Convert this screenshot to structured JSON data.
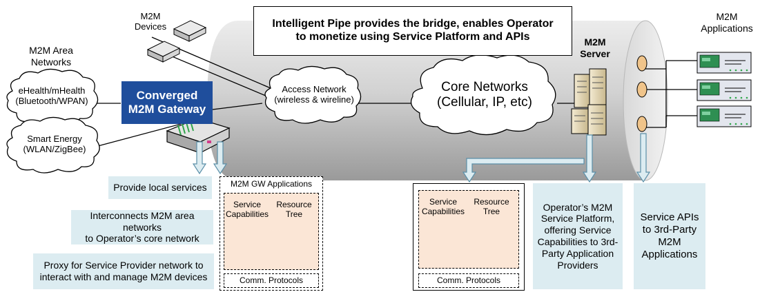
{
  "banner": "Intelligent Pipe provides the bridge, enables Operator\nto monetize using Service Platform and APIs",
  "labels": {
    "m2m_devices": "M2M\nDevices",
    "m2m_area_networks": "M2M Area\nNetworks",
    "m2m_server": "M2M\nServer",
    "m2m_applications": "M2M\nApplications"
  },
  "clouds": {
    "ehealth": "eHealth/mHealth\n(Bluetooth/WPAN)",
    "smart_energy": "Smart Energy\n(WLAN/ZigBee)",
    "access_network": "Access Network\n(wireless & wireline)",
    "core_networks": "Core Networks\n(Cellular, IP, etc)"
  },
  "gateway_title": "Converged\nM2M Gateway",
  "info_boxes": {
    "local_services": "Provide local services",
    "interconnects": "Interconnects M2M area networks\nto Operator’s core network",
    "proxy": "Proxy for Service Provider network to\ninteract with and manage M2M devices",
    "service_platform": "Operator’s M2M\nService Platform,\noffering Service\nCapabilities to 3rd-\nParty Application\nProviders",
    "service_apis": "Service APIs\nto 3rd-Party\nM2M\nApplications"
  },
  "gw_stack": {
    "title": "M2M GW Applications",
    "service_capabilities": "Service\nCapabilities",
    "resource_tree": "Resource\nTree",
    "protocols": "Comm. Protocols"
  },
  "server_stack": {
    "service_capabilities": "Service\nCapabilities",
    "resource_tree": "Resource\nTree",
    "protocols": "Comm. Protocols"
  },
  "colors": {
    "gateway_blue": "#1f4e9c",
    "info_bg": "#dcecf1",
    "peach": "#fbe6d6",
    "pipe_gray": "#c8c8c8",
    "arrow_fill": "#dcecf1",
    "arrow_stroke": "#5b8fa8"
  }
}
